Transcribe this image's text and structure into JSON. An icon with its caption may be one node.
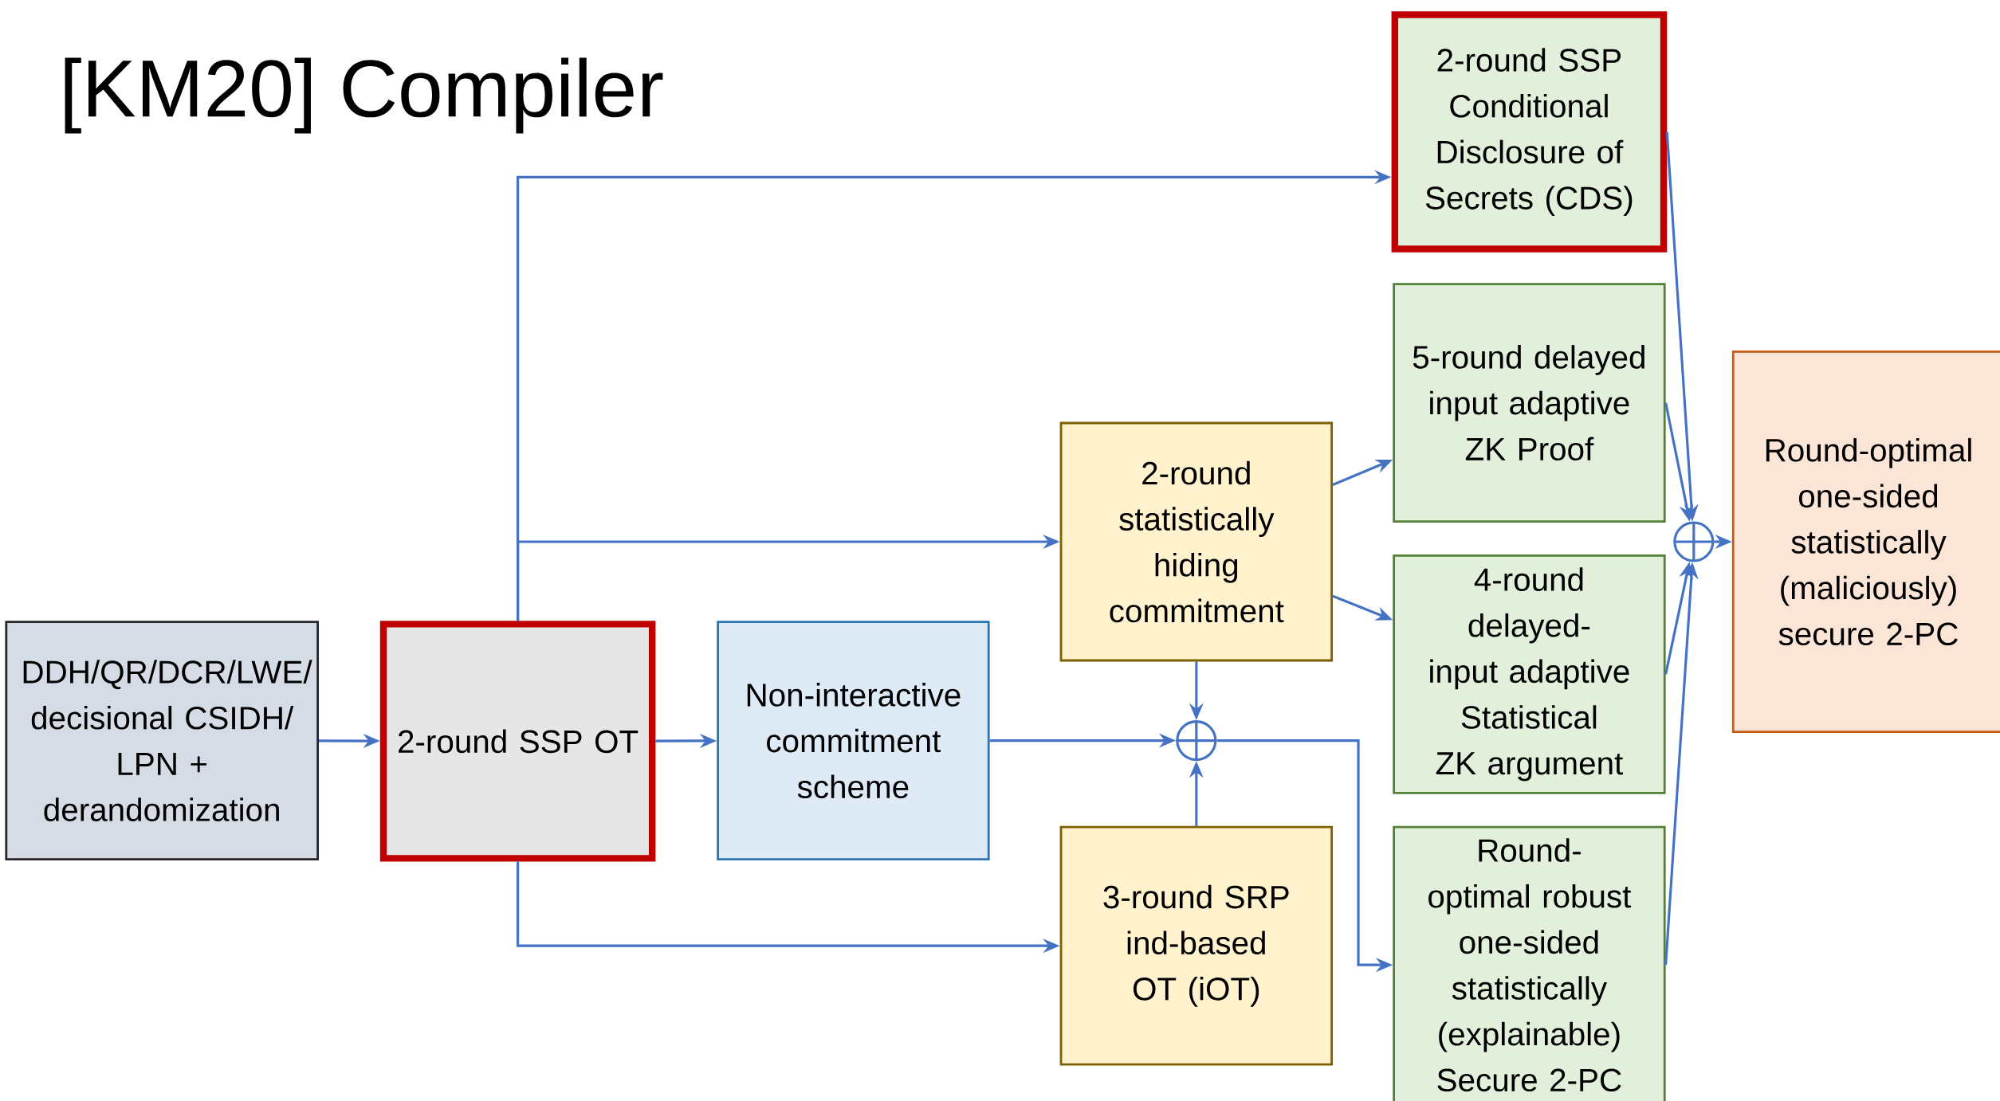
{
  "diagram": {
    "title": "[KM20] Compiler",
    "nodes": [
      {
        "text": [
          "DDH/QR/DCR/LWE/ decisional CSIDH/ LPN + derandomization"
        ]
      },
      {
        "text": [
          "2-round SSP OT"
        ]
      },
      {
        "text": [
          "Non-interactive commitment scheme"
        ]
      },
      {
        "text": [
          "2-round statistically hiding commitment"
        ]
      },
      {
        "text": [
          "3-round SRP ind-based OT (iOT)"
        ]
      },
      {
        "text": [
          "2-round SSP Conditional Disclosure of Secrets (CDS)"
        ]
      },
      {
        "text": [
          "5-round delayed input adaptive ZK Proof"
        ]
      },
      {
        "text": [
          "4-round delayed-input adaptive Statistical ZK argument"
        ]
      },
      {
        "text": [
          "Round-optimal robust one-sided statistically (explainable) Secure 2-PC"
        ]
      },
      {
        "text": [
          "Round-optimal one-sided statistically (maliciously) secure 2-PC"
        ]
      },
      {
        "text": [],
        "shape": "circle"
      },
      {
        "text": [],
        "shape": "circle"
      }
    ],
    "edges": [
      {
        "from": 0,
        "to": 1,
        "arrow": "to"
      },
      {
        "from": 1,
        "to": 2,
        "arrow": "to"
      },
      {
        "from": 1,
        "to": 5,
        "arrow": "to"
      },
      {
        "from": 1,
        "to": 3,
        "arrow": "to"
      },
      {
        "from": 1,
        "to": 4,
        "arrow": "to"
      },
      {
        "from": 2,
        "to": 10,
        "arrow": "to"
      },
      {
        "from": 3,
        "to": 10,
        "arrow": "to"
      },
      {
        "from": 4,
        "to": 10,
        "arrow": "to"
      },
      {
        "from": 10,
        "to": 8,
        "arrow": "to"
      },
      {
        "from": 3,
        "to": 6,
        "arrow": "to"
      },
      {
        "from": 3,
        "to": 7,
        "arrow": "to"
      },
      {
        "from": 5,
        "to": 11,
        "arrow": "to"
      },
      {
        "from": 6,
        "to": 11,
        "arrow": "to"
      },
      {
        "from": 7,
        "to": 11,
        "arrow": "to"
      },
      {
        "from": 8,
        "to": 11,
        "arrow": "to"
      },
      {
        "from": 11,
        "to": 9,
        "arrow": "to"
      }
    ]
  }
}
